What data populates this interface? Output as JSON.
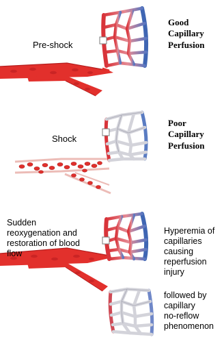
{
  "colors": {
    "blood": "#e3332f",
    "blood_dark": "#b51d1d",
    "vessel_pale": "#efb7b4",
    "vessel_grey": "#d7d7dd",
    "vein": "#3f66b3",
    "vein_light": "#92aadb"
  },
  "stage_1": {
    "label": "Pre-shock",
    "perfusion": [
      "Good",
      "Capillary",
      "Perfusion"
    ]
  },
  "stage_2": {
    "label": "Shock",
    "perfusion": [
      "Poor",
      "Capillary",
      "Perfusion"
    ]
  },
  "stage_3": {
    "label": [
      "Sudden",
      "reoxygenation and",
      "restoration of blood",
      "flow"
    ],
    "effect_1": [
      "Hyperemia of",
      "capillaries",
      "causing",
      "reperfusion",
      "injury"
    ],
    "effect_2": [
      "followed by",
      "capillary",
      "no-reflow",
      "phenomenon"
    ]
  }
}
